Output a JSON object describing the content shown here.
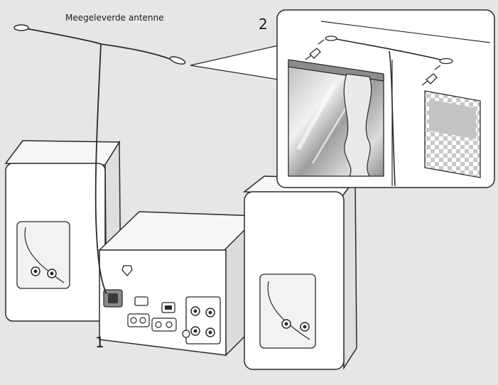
{
  "labels": {
    "antenna": "Meegeleverde antenne",
    "step_1": "1",
    "step_2": "2"
  },
  "colors": {
    "background": "#e6e6e6",
    "line": "#2a2a2a",
    "panel": "#ffffff",
    "shadow": "#cfcfcf"
  }
}
